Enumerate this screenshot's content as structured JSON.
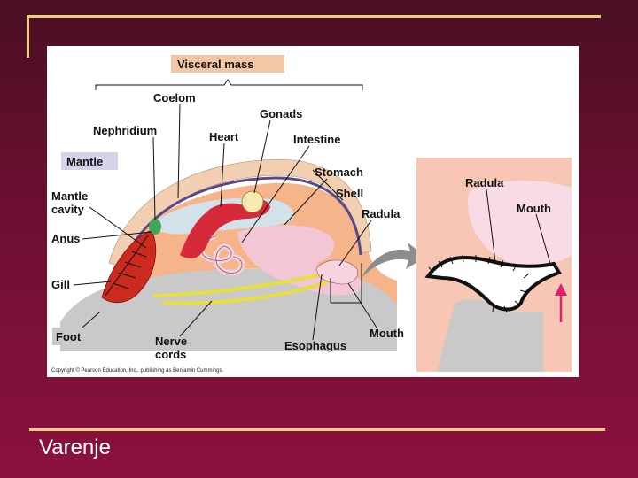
{
  "slide": {
    "title": "Varenje"
  },
  "figure": {
    "labels": {
      "visceral_mass": "Visceral mass",
      "coelom": "Coelom",
      "gonads": "Gonads",
      "nephridium": "Nephridium",
      "heart": "Heart",
      "intestine": "Intestine",
      "mantle": "Mantle",
      "stomach": "Stomach",
      "mantle_cavity": "Mantle\ncavity",
      "shell": "Shell",
      "radula": "Radula",
      "anus": "Anus",
      "gill": "Gill",
      "foot": "Foot",
      "nerve_cords": "Nerve\ncords",
      "esophagus": "Esophagus",
      "mouth": "Mouth",
      "inset_radula": "Radula",
      "inset_mouth": "Mouth"
    },
    "copyright": "Copyright © Pearson Education, Inc., publishing as Benjamin Cummings."
  },
  "colors": {
    "background_top": "#4a0f22",
    "background_bottom": "#8c1040",
    "decor_line": "#e7d27a",
    "body_tissue": "#f5b48a",
    "shell": "#f1cfb0",
    "foot": "#c9c9c9",
    "gill": "#cc2a1f",
    "nerve": "#e6df3c",
    "digestive": "#f3c6d6",
    "label_box": "#d7d1ea",
    "visceral_box": "#f3c7a3"
  }
}
